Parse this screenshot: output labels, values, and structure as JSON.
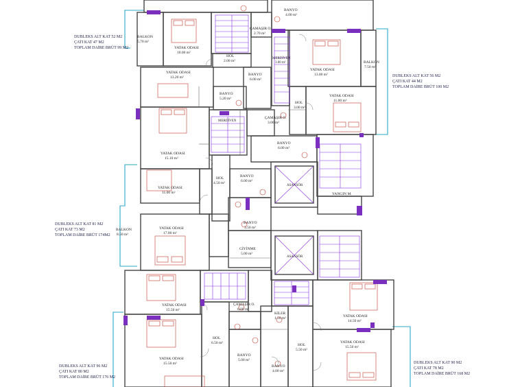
{
  "summaries": [
    {
      "id": "s1",
      "lines": [
        "DUBLEKS ALT KAT 52 M2",
        "ÇATI KAT 47 M2",
        "TOPLAM DAİRE BRÜT 99 M2"
      ]
    },
    {
      "id": "s2",
      "lines": [
        "DUBLEKS ALT KAT 56 M2",
        "ÇATI KAT 44 M2",
        "TOPLAM DAİRE BRÜT 100 M2"
      ]
    },
    {
      "id": "s3",
      "lines": [
        "DUBLEKS ALT KAT 81 M2",
        "ÇATI KAT 73 M2",
        "TOPLAM DAİRE BRÜT 174M2"
      ]
    },
    {
      "id": "s4",
      "lines": [
        "DUBLEKS ALT KAT 96 M2",
        "ÇATI KAT 80 M2",
        "TOPLAM DAİRE BRÜT 176 M2"
      ]
    },
    {
      "id": "s5",
      "lines": [
        "DUBLEKS ALT KAT 90 M2",
        "ÇATI KAT 78 M2",
        "TOPLAM DAİRE BRÜT 168 M2"
      ]
    }
  ],
  "rooms": [
    {
      "name": "BANYO",
      "area": "4.00 m²"
    },
    {
      "name": "ÇAMAŞIR O.",
      "area": "2.70 m²"
    },
    {
      "name": "BALKON",
      "area": "5.70 m²"
    },
    {
      "name": "YATAK ODASI",
      "area": "10.00 m²"
    },
    {
      "name": "HOL",
      "area": "2.00 m²"
    },
    {
      "name": "MERDİVEN",
      "area": "3.00 m²"
    },
    {
      "name": "BANYO",
      "area": "6.00 m²"
    },
    {
      "name": "YATAK ODASI",
      "area": "13.00 m²"
    },
    {
      "name": "BALKON",
      "area": "7.50 m²"
    },
    {
      "name": "YATAK ODASI",
      "area": "13.20 m²"
    },
    {
      "name": "BANYO",
      "area": "5.20 m²"
    },
    {
      "name": "YATAK ODASI",
      "area": "11.00 m²"
    },
    {
      "name": "HOL",
      "area": "3.00 m²"
    },
    {
      "name": "MERDİVEN",
      "area": ""
    },
    {
      "name": "ÇAMAŞIR O.",
      "area": "3.00 m²"
    },
    {
      "name": "BANYO",
      "area": "6.00 m²"
    },
    {
      "name": "YATAK ODASI",
      "area": "15.10 m²"
    },
    {
      "name": "HOL",
      "area": "4.50 m²"
    },
    {
      "name": "BANYO",
      "area": "6.00 m²"
    },
    {
      "name": "ASANSÖR",
      "area": ""
    },
    {
      "name": "YATAK ODASI",
      "area": "11.00 m²"
    },
    {
      "name": "YANGIN M.",
      "area": ""
    },
    {
      "name": "BANYO",
      "area": "3.50 m²"
    },
    {
      "name": "BALKON",
      "area": "8.50 m²"
    },
    {
      "name": "YATAK ODASI",
      "area": "17.00 m²"
    },
    {
      "name": "GİYİNME",
      "area": "5.00 m²"
    },
    {
      "name": "ASANSÖR",
      "area": ""
    },
    {
      "name": "YATAK ODASI",
      "area": "15.50 m²"
    },
    {
      "name": "ÇAMAŞIR O.",
      "area": "6.00 m²"
    },
    {
      "name": "KİLER",
      "area": "1.50 m²"
    },
    {
      "name": "YATAK ODASI",
      "area": "14.50 m²"
    },
    {
      "name": "HOL",
      "area": "6.50 m²"
    },
    {
      "name": "HOL",
      "area": "5.50 m²"
    },
    {
      "name": "YATAK ODASI",
      "area": "15.50 m²"
    },
    {
      "name": "YATAK ODASI",
      "area": "15.50 m²"
    },
    {
      "name": "BANYO",
      "area": "5.00 m²"
    },
    {
      "name": "BANYO",
      "area": "4.00 m²"
    }
  ]
}
